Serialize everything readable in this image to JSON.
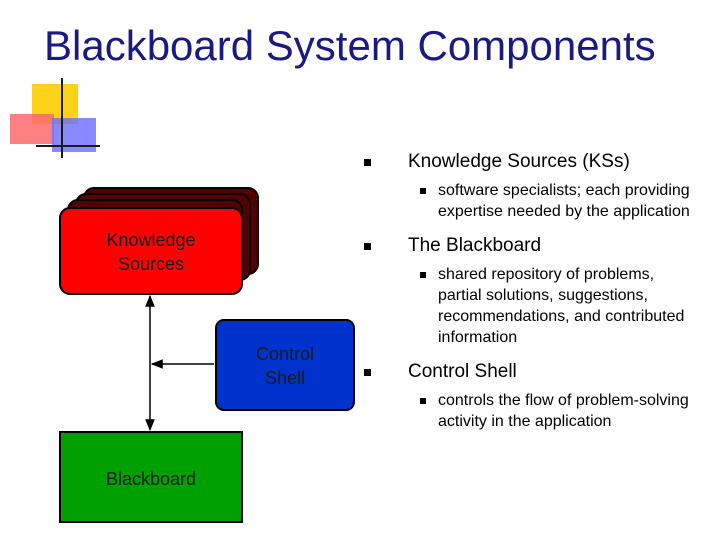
{
  "title": "Blackboard System Components",
  "colors": {
    "title": "#1a1a80",
    "knowledge_sources": "#ff0000",
    "control_shell": "#0033cc",
    "blackboard": "#00aa00"
  },
  "diagram": {
    "knowledge_sources_label": "Knowledge Sources",
    "control_shell_label": "Control Shell",
    "blackboard_label": "Blackboard"
  },
  "bullets": [
    {
      "text": "Knowledge Sources (KSs)",
      "sub": [
        "software specialists; each providing expertise needed by the application"
      ]
    },
    {
      "text": "The Blackboard",
      "sub": [
        "shared repository of problems, partial solutions, suggestions, recommendations, and contributed information"
      ]
    },
    {
      "text": "Control Shell",
      "sub": [
        "controls the flow of problem-solving activity in the application"
      ]
    }
  ]
}
